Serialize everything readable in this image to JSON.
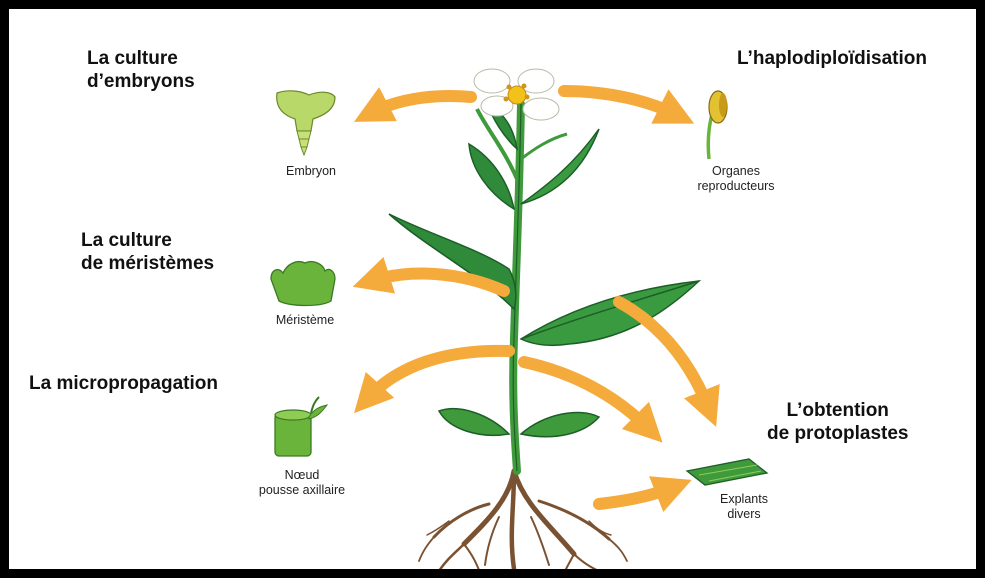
{
  "headings": {
    "culture_embryons": [
      "La culture",
      "d’embryons"
    ],
    "haplodiploidisation": [
      "L’haplodiploïdisation"
    ],
    "culture_meristemes": [
      "La culture",
      "de méristèmes"
    ],
    "micropropagation": [
      "La micropropagation"
    ],
    "protoplastes": [
      "L’obtention",
      "de protoplastes"
    ]
  },
  "labels": {
    "embryon": [
      "Embryon"
    ],
    "organes": [
      "Organes",
      "reproducteurs"
    ],
    "meristeme": [
      "Méristème"
    ],
    "noeud": [
      "Nœud",
      "pousse axillaire"
    ],
    "explants": [
      "Explants",
      "divers"
    ]
  },
  "colors": {
    "arrow": "#f5ab3c",
    "leaf": "#2f8a3a",
    "leaf_dark": "#1d5e28",
    "stem": "#3f9a3c",
    "icon_green": "#6bb43c",
    "embryo": "#b9d86a",
    "root": "#7a5232",
    "flower_center": "#f2c21b"
  }
}
